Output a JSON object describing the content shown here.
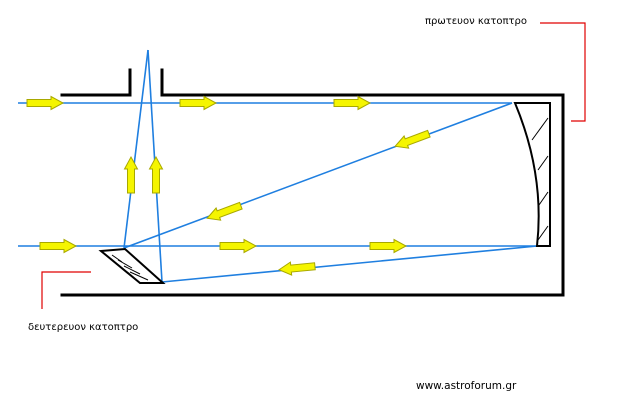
{
  "labels": {
    "primary_mirror": "πρωτευον κατοπτρο",
    "secondary_mirror": "δευτερευον κατοπτρο",
    "credit": "www.astroforum.gr"
  },
  "colors": {
    "tube": "#000000",
    "ray": "#1f7fe0",
    "arrow_fill": "#f5f500",
    "arrow_edge": "#a8a800",
    "leader": "#e00000",
    "mirror_hatch": "#000000"
  },
  "icons": {
    "arrow": "arrow-icon",
    "primary_mirror": "concave-mirror-icon",
    "secondary_mirror": "flat-mirror-icon"
  }
}
